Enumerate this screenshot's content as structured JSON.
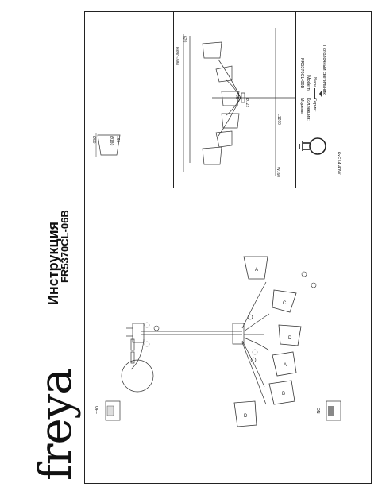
{
  "brand": {
    "logo_text": "freya"
  },
  "document": {
    "title": "Инструкция",
    "model_code": "FR5370CL-06B"
  },
  "specs": {
    "model_label": "Модель:",
    "model_value": "FR5370CL-06B",
    "collection_label": "Коллекция:",
    "collection_value": "Modern",
    "series_label": "Серия:",
    "series_value": "Naha",
    "type_value": "Потолочный светильник",
    "bulb": "6xE14 40W"
  },
  "dimensions": {
    "total_height": "H680~980",
    "height_2": "620",
    "length": "L1200",
    "width": "W160",
    "canopy_diameter": "Ø122",
    "canopy_height": "25",
    "shade_height": "160",
    "shade_bottom": "Ø180",
    "shade_top": "Ø80"
  },
  "shade_labels": [
    "A",
    "C",
    "D",
    "A",
    "B",
    "D"
  ],
  "switch_labels": {
    "on": "ON",
    "off": "OFF"
  }
}
